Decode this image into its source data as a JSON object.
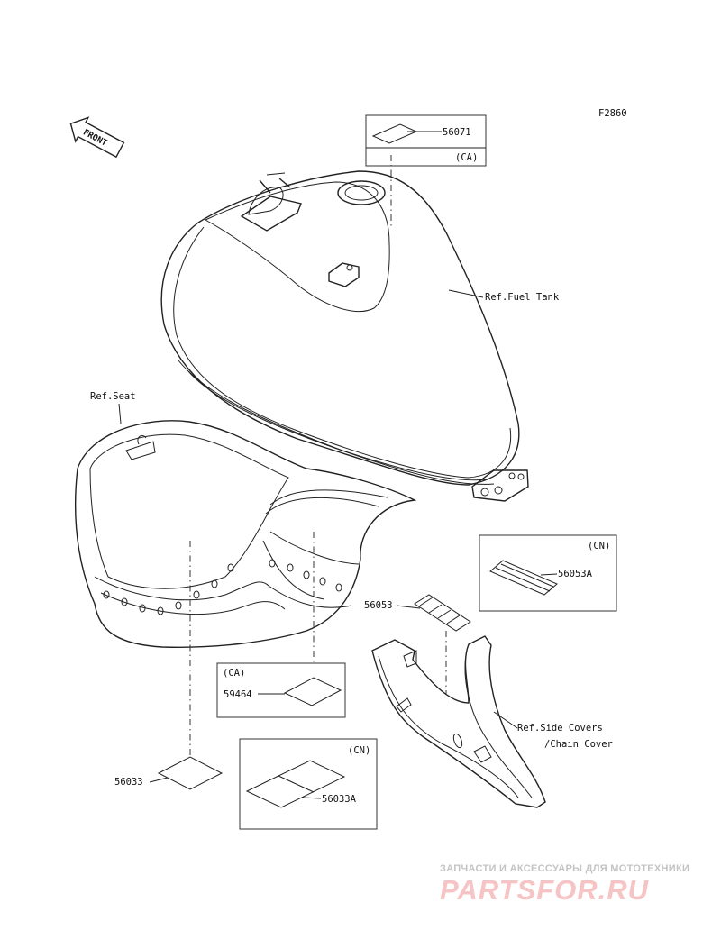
{
  "figure_code": "F2860",
  "front_label": "FRONT",
  "references": {
    "fuel_tank": "Ref.Fuel Tank",
    "seat": "Ref.Seat",
    "side_covers_line1": "Ref.Side Covers",
    "side_covers_line2": "/Chain Cover"
  },
  "regions": {
    "ca": "(CA)",
    "cn": "(CN)"
  },
  "parts": {
    "p56071": "56071",
    "p56053": "56053",
    "p56053A": "56053A",
    "p59464": "59464",
    "p56033": "56033",
    "p56033A": "56033A"
  },
  "watermark": {
    "tagline": "ЗАПЧАСТИ И АКСЕССУАРЫ ДЛЯ МОТОТЕХНИКИ",
    "brand": "PARTSFOR.RU",
    "color": "#f3b9b9"
  }
}
